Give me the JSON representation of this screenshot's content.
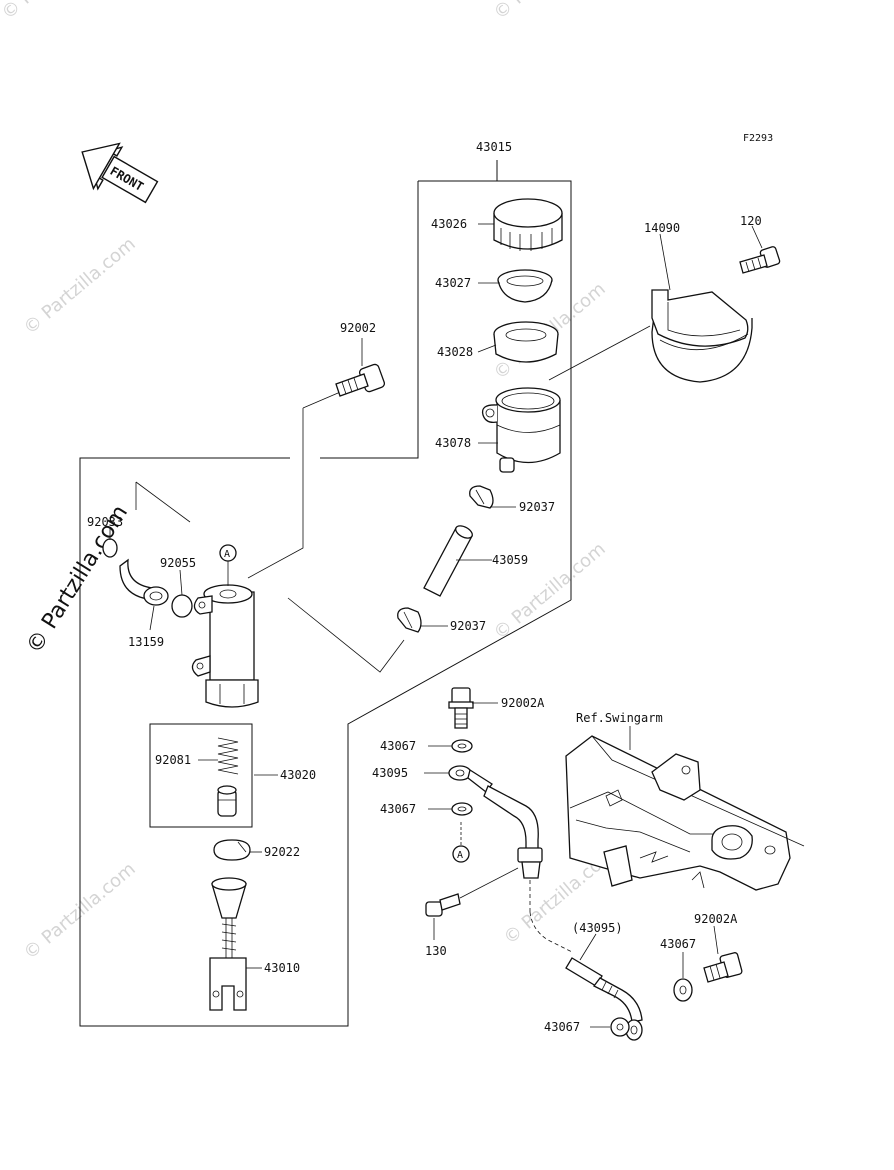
{
  "figure_code": "F2293",
  "front_arrow": "FRONT",
  "watermark": "© Partzilla.com",
  "ref_label": "Ref.Swingarm",
  "callout": "A",
  "labels": {
    "l43015": "43015",
    "l43026": "43026",
    "l43027": "43027",
    "l43028": "43028",
    "l43078": "43078",
    "l92037a": "92037",
    "l43059": "43059",
    "l92037b": "92037",
    "l14090": "14090",
    "l120": "120",
    "l92002": "92002",
    "l92033": "92033",
    "l92055": "92055",
    "l13159": "13159",
    "l92081": "92081",
    "l43020": "43020",
    "l92022": "92022",
    "l43010": "43010",
    "l92002A_top": "92002A",
    "l43067_a": "43067",
    "l43095": "43095",
    "l43067_b": "43067",
    "l130": "130",
    "l43095p": "(43095)",
    "l92002A_bot": "92002A",
    "l43067_c": "43067",
    "l43067_d": "43067"
  }
}
